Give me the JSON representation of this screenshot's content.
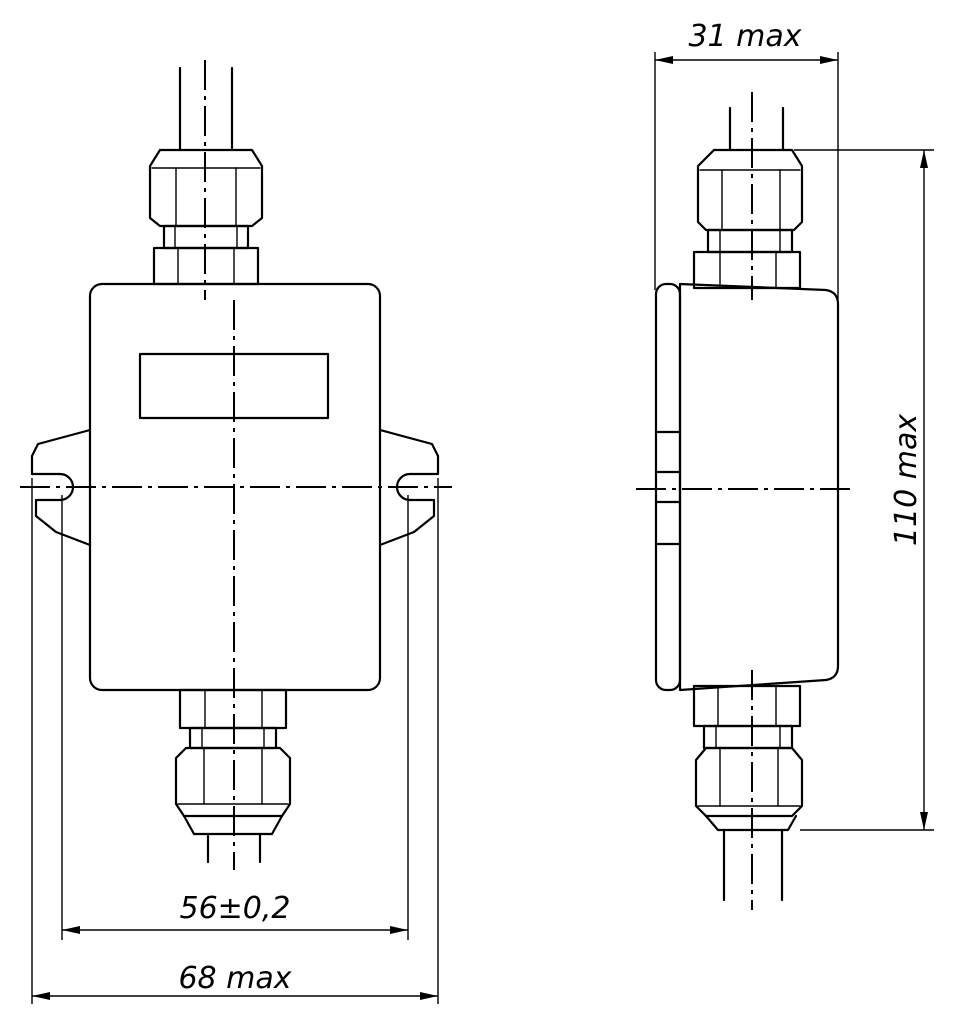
{
  "dimensions": {
    "bracket_hole_spacing": "56±0,2",
    "overall_width": "68 max",
    "depth": "31 max",
    "height": "110 max"
  }
}
